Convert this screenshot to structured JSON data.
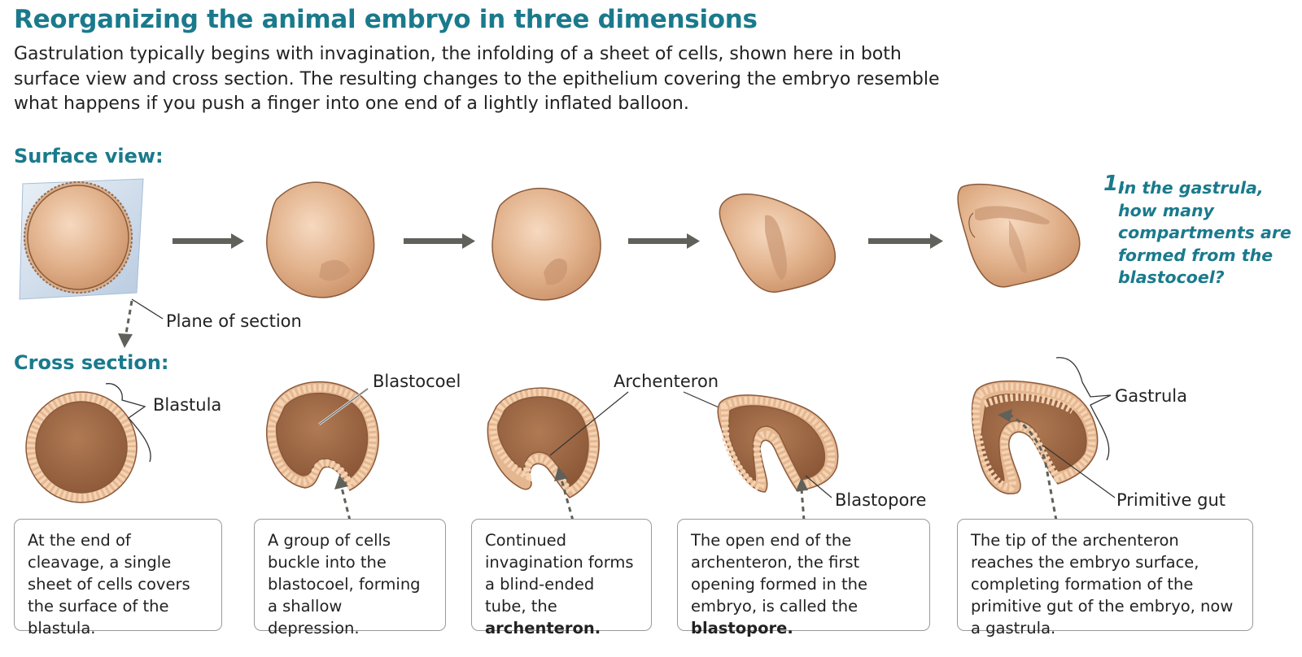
{
  "title": "Reorganizing the animal embryo in three dimensions",
  "intro": "Gastrulation typically begins with invagination, the infolding of a sheet of cells, shown here in both surface view and cross section. The resulting changes to the epithelium covering the embryo resemble what happens if you push a finger into one end of a lightly inflated balloon.",
  "surface_view": {
    "heading": "Surface view:"
  },
  "cross_section": {
    "heading": "Cross section:"
  },
  "labels": {
    "plane_of_section": "Plane of section",
    "blastula": "Blastula",
    "blastocoel": "Blastocoel",
    "archenteron": "Archenteron",
    "blastopore": "Blastopore",
    "gastrula": "Gastrula",
    "primitive_gut": "Primitive gut"
  },
  "question": {
    "number": "1.",
    "text": "In the gastrula, how many compartments are formed from the blastocoel?"
  },
  "captions": [
    {
      "text": "At the end of cleavage, a single sheet of cells covers the surface of the blastula."
    },
    {
      "text": "A group of cells buckle into the blastocoel, forming a shallow depression."
    },
    {
      "pre": "Continued invagination forms a blind-ended tube, the ",
      "bold": "archenteron."
    },
    {
      "pre": "The open end of the archenteron, the first opening formed in the embryo, is called the ",
      "bold": "blastopore."
    },
    {
      "text": "The tip of the archenteron reaches the embryo surface, completing formation of the primitive gut of the embryo, now a gastrula."
    }
  ],
  "colors": {
    "heading": "#1a7a8c",
    "embryo_surface": "#dcab85",
    "embryo_interior": "#9e6a48",
    "cell_fill": "#f2c9a4",
    "cell_edge": "#8a5a3c",
    "arrow": "#5f615a"
  }
}
